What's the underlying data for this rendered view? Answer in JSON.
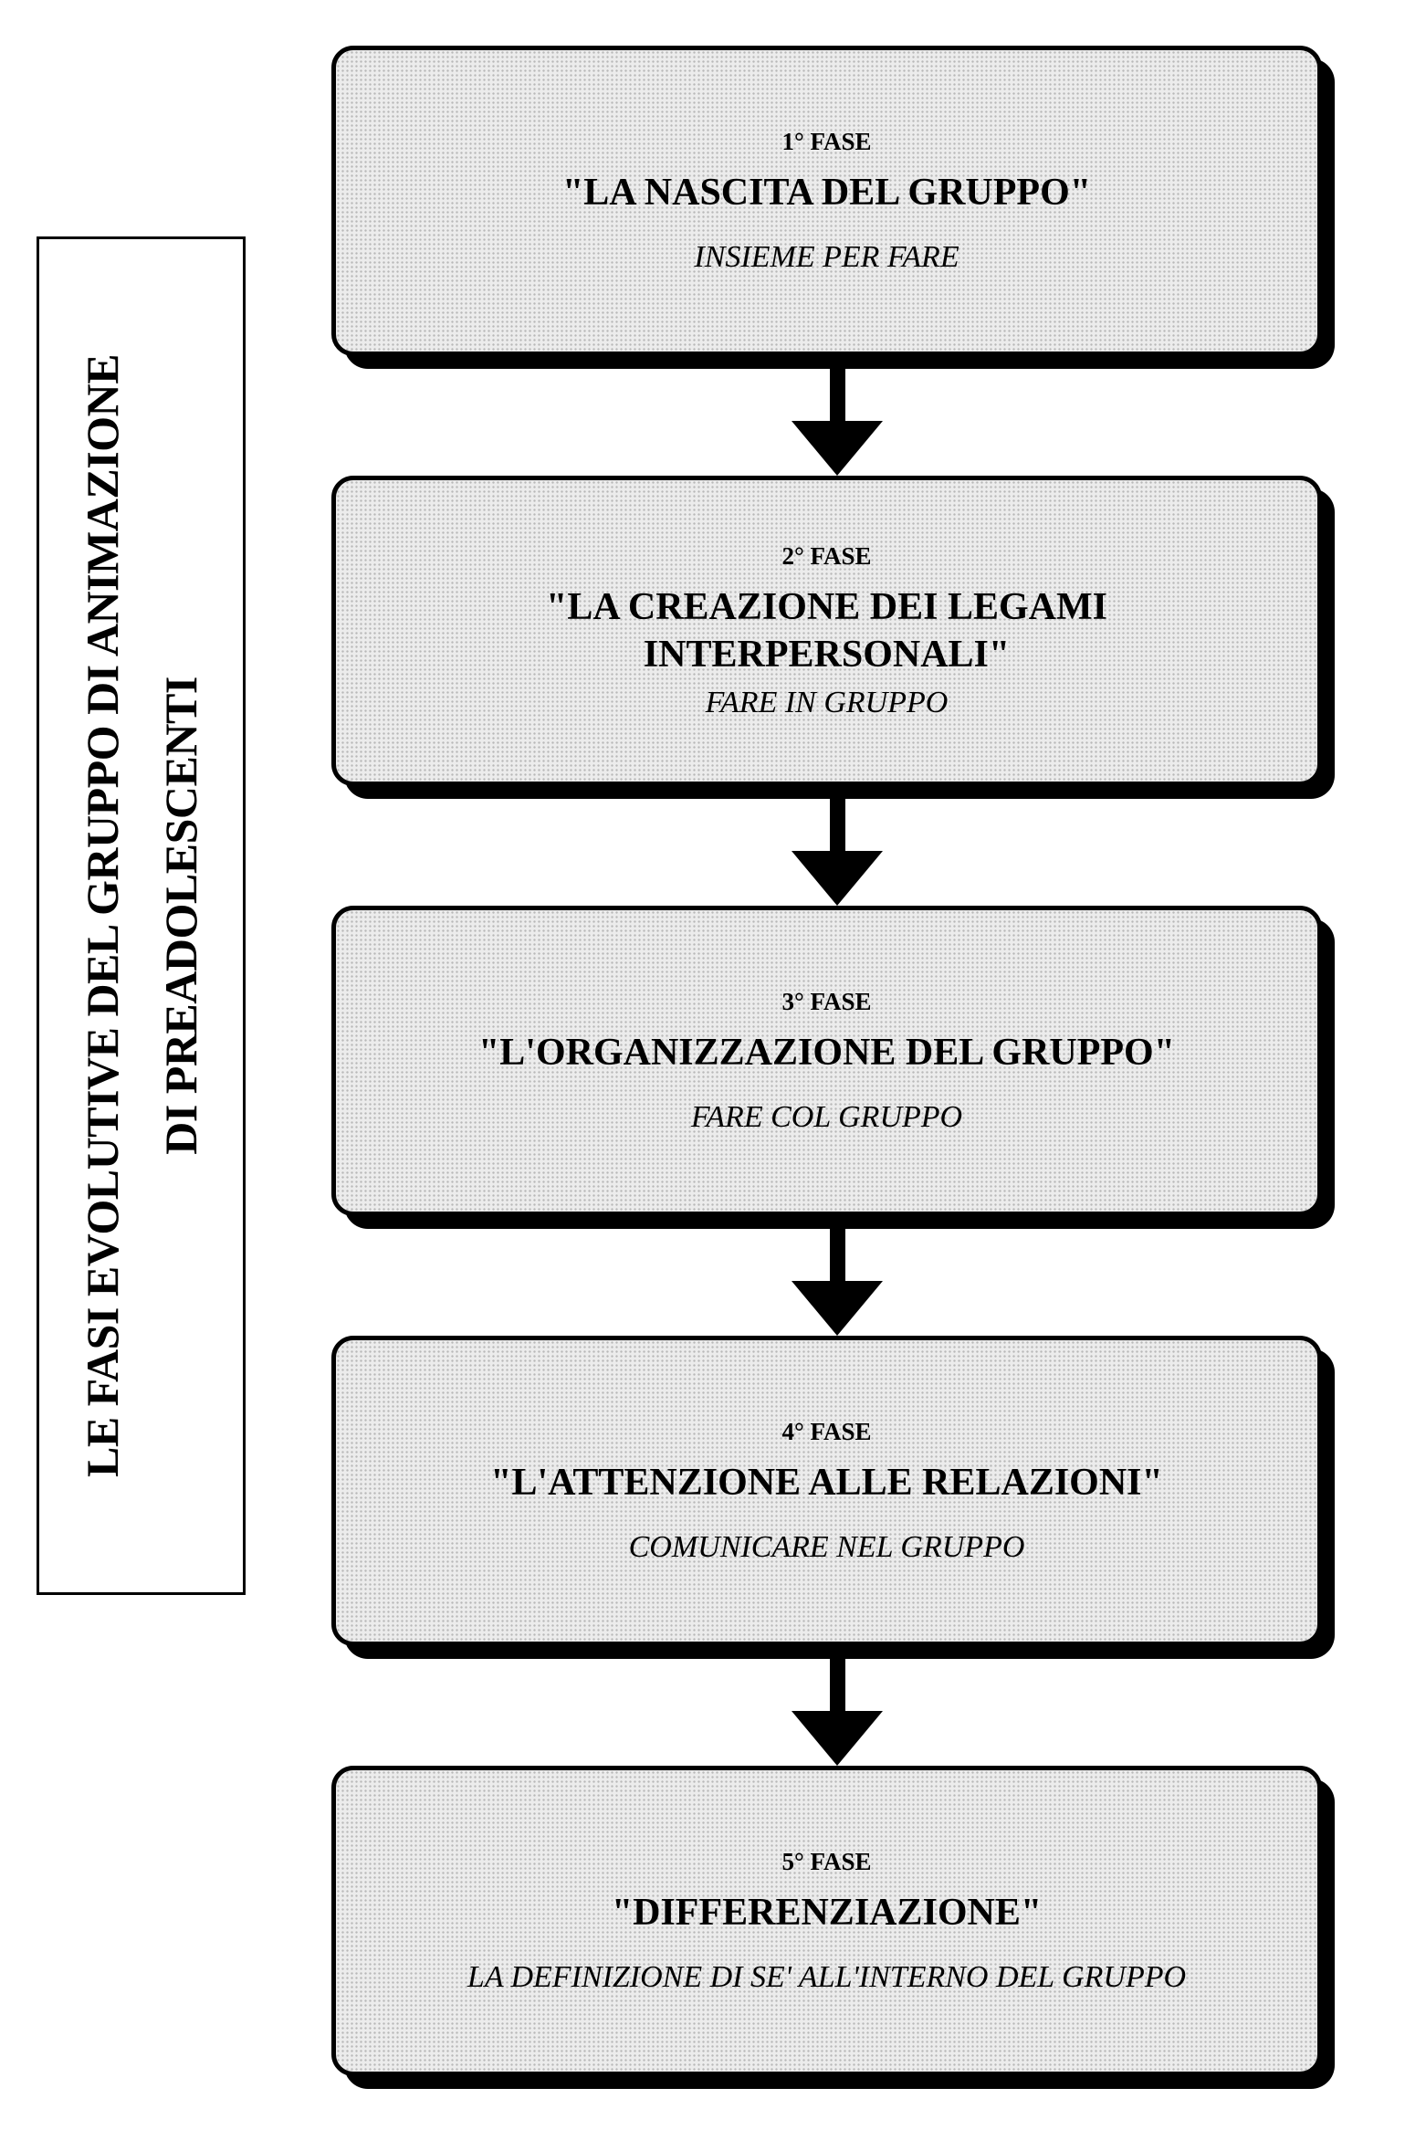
{
  "side_title": {
    "line1": "LE FASI EVOLUTIVE DEL GRUPPO DI ANIMAZIONE",
    "line2": "DI PREADOLESCENTI"
  },
  "phases": [
    {
      "label": "1° FASE",
      "title": "\"LA NASCITA DEL GRUPPO\"",
      "subtitle": "INSIEME PER FARE"
    },
    {
      "label": "2° FASE",
      "title_line1": "\"LA CREAZIONE DEI LEGAMI",
      "title_line2": "INTERPERSONALI\"",
      "subtitle": "FARE IN GRUPPO"
    },
    {
      "label": "3° FASE",
      "title": "\"L'ORGANIZZAZIONE DEL GRUPPO\"",
      "subtitle": "FARE COL GRUPPO"
    },
    {
      "label": "4° FASE",
      "title": "\"L'ATTENZIONE ALLE RELAZIONI\"",
      "subtitle": "COMUNICARE NEL GRUPPO"
    },
    {
      "label": "5° FASE",
      "title": "\"DIFFERENZIAZIONE\"",
      "subtitle": "LA DEFINIZIONE DI SE' ALL'INTERNO DEL GRUPPO"
    }
  ]
}
